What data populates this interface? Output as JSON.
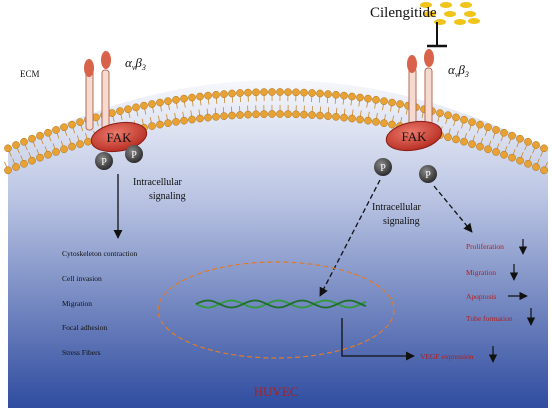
{
  "labels": {
    "drug": "Cilengitide",
    "compartment": "ECM",
    "receptor_alpha": "α",
    "receptor_alpha_sub": "v",
    "receptor_beta": "β",
    "receptor_beta_sub": "3",
    "kinase": "FAK",
    "phospho": "P",
    "signaling_line1": "Intracellular",
    "signaling_line2": "signaling",
    "cell": "HUVEC"
  },
  "left_outcomes": [
    "Cytoskeleton contraction",
    "Cell invasion",
    "Migration",
    "Focal adhesion",
    "Stress Fibers"
  ],
  "right_outcomes": [
    {
      "label": "Proliferation",
      "arrow": "down"
    },
    {
      "label": "Migration",
      "arrow": "down"
    },
    {
      "label": "Apoptosis",
      "arrow": "right"
    },
    {
      "label": "Tube formation",
      "arrow": "down"
    }
  ],
  "nucleus_outcome": {
    "label": "VEGF expression",
    "arrow": "down"
  },
  "colors": {
    "membrane_head": "#e8a133",
    "cell_top": "#ffffff",
    "cell_bottom": "#2e4a9e",
    "fak": "#c83a2e",
    "phospho": "#3a3a3a",
    "dna": "#2f9a3b",
    "nucleus_outline": "#e07a2a",
    "outcome_red": "#b01e1e",
    "drug_dots": "#f0c419"
  }
}
